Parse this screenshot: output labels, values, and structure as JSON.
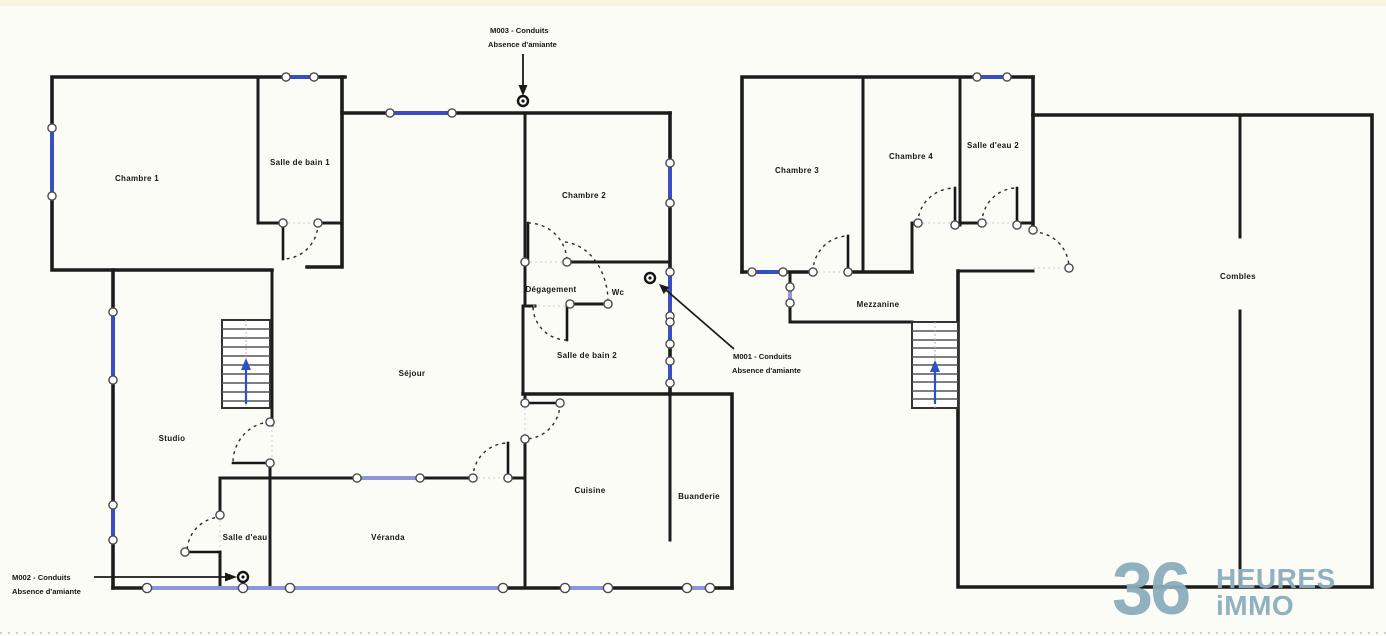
{
  "plans": {
    "ground": {
      "rooms": [
        {
          "label": "Chambre 1"
        },
        {
          "label": "Salle de bain 1"
        },
        {
          "label": "Chambre 2"
        },
        {
          "label": "Dégagement"
        },
        {
          "label": "Wc"
        },
        {
          "label": "Salle de bain 2"
        },
        {
          "label": "Séjour"
        },
        {
          "label": "Studio"
        },
        {
          "label": "Salle d'eau"
        },
        {
          "label": "Véranda"
        },
        {
          "label": "Cuisine"
        },
        {
          "label": "Buanderie"
        }
      ]
    },
    "upper": {
      "rooms": [
        {
          "label": "Chambre 3"
        },
        {
          "label": "Chambre 4"
        },
        {
          "label": "Salle d'eau 2"
        },
        {
          "label": "Mezzanine"
        },
        {
          "label": "Combles"
        }
      ]
    }
  },
  "annotations": {
    "m003": {
      "line1": "M003 - Conduits",
      "line2": "Absence d'amiante"
    },
    "m001": {
      "line1": "M001 - Conduits",
      "line2": "Absence d'amiante"
    },
    "m002": {
      "line1": "M002 - Conduits",
      "line2": "Absence d'amiante"
    }
  },
  "logo": {
    "number": "36",
    "word_top": "HEURES",
    "word_bottom": "iMMO"
  },
  "colors": {
    "wall": "#1c1c1c",
    "window_blue": "#3b4dc2",
    "window_light": "#9094d8",
    "stairs_arrow": "#2b50c8",
    "logo": "#8badbd"
  }
}
